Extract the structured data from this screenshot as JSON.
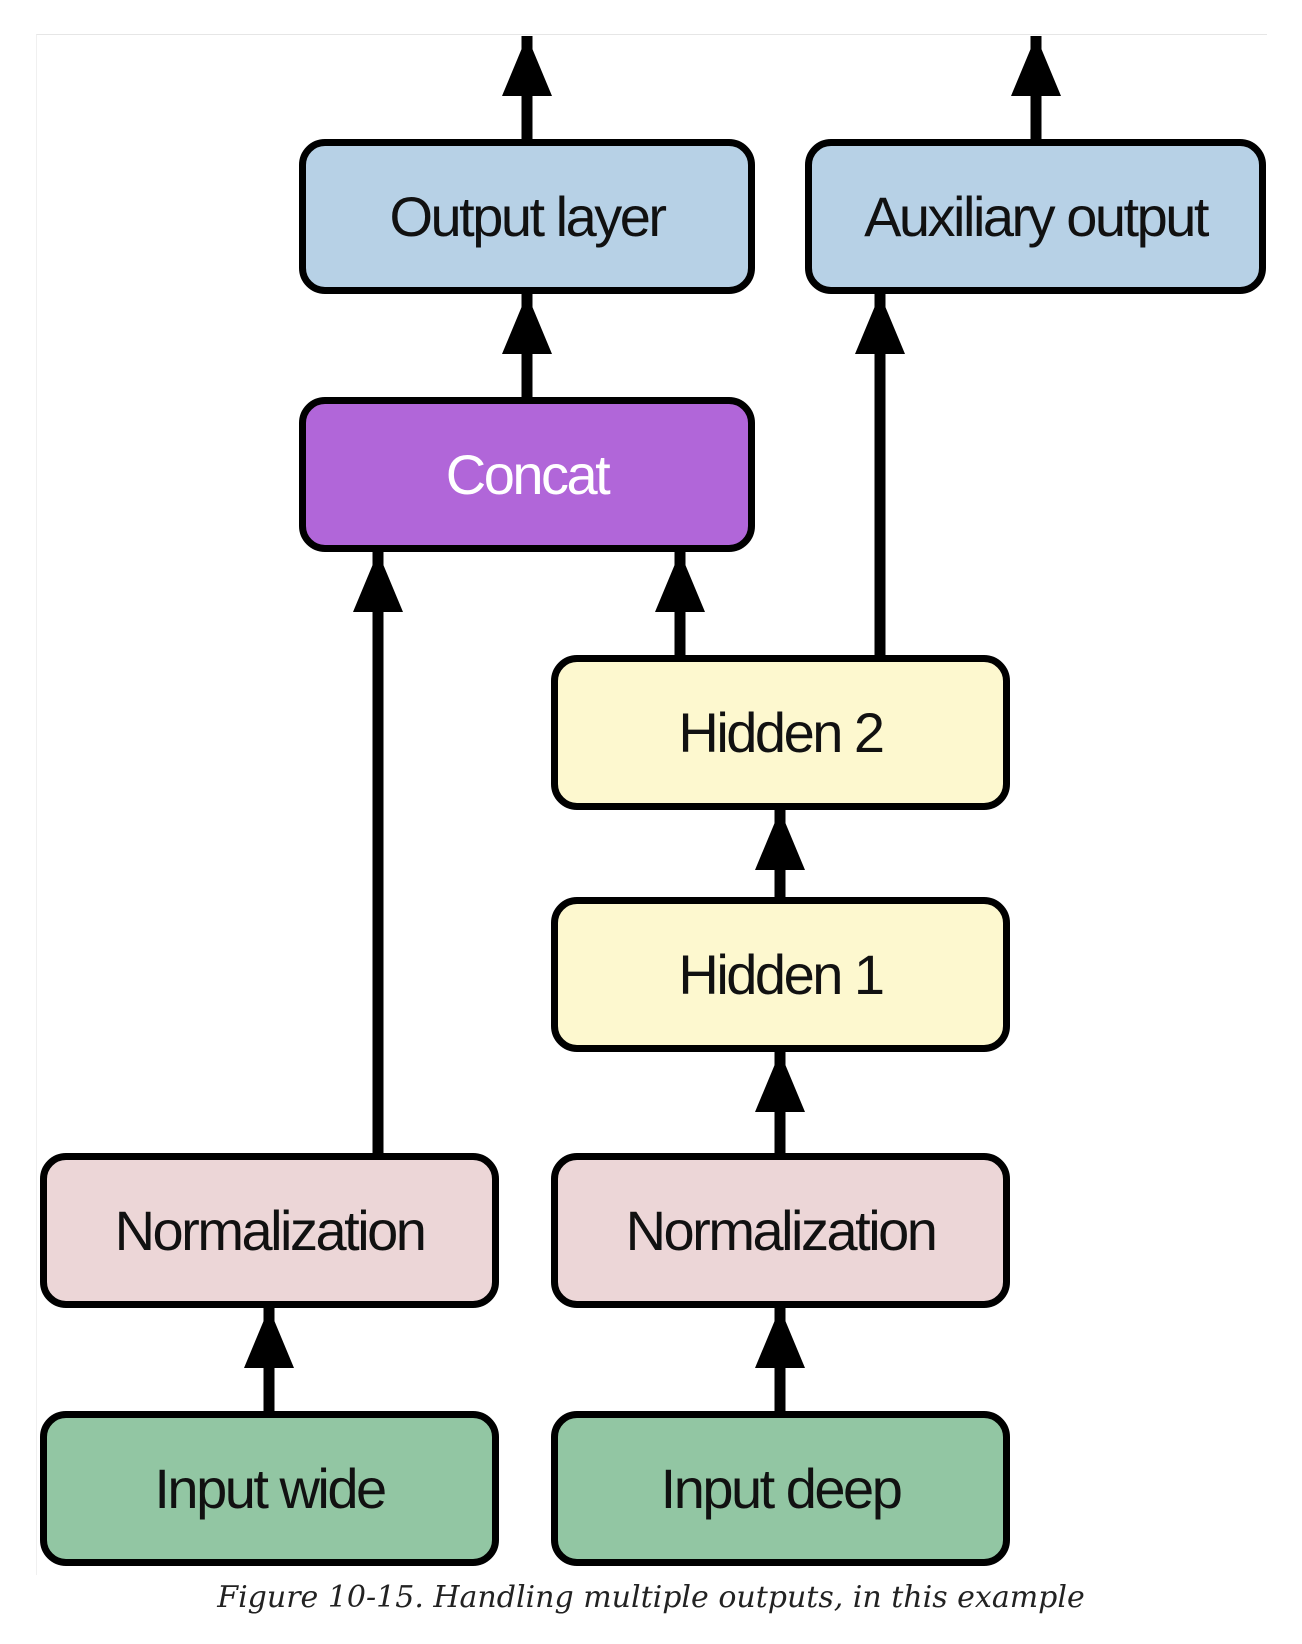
{
  "diagram": {
    "nodes": {
      "output_layer": "Output layer",
      "auxiliary_output": "Auxiliary output",
      "concat": "Concat",
      "hidden_2": "Hidden 2",
      "hidden_1": "Hidden 1",
      "normalization_wide": "Normalization",
      "normalization_deep": "Normalization",
      "input_wide": "Input wide",
      "input_deep": "Input deep"
    },
    "edges": [
      {
        "from": "input_wide",
        "to": "normalization_wide"
      },
      {
        "from": "input_deep",
        "to": "normalization_deep"
      },
      {
        "from": "normalization_wide",
        "to": "concat"
      },
      {
        "from": "normalization_deep",
        "to": "hidden_1"
      },
      {
        "from": "hidden_1",
        "to": "hidden_2"
      },
      {
        "from": "hidden_2",
        "to": "concat"
      },
      {
        "from": "hidden_2",
        "to": "auxiliary_output"
      },
      {
        "from": "concat",
        "to": "output_layer"
      }
    ],
    "colors": {
      "output": "#b7d1e6",
      "concat": "#b166d9",
      "hidden": "#fdf8cf",
      "normalization": "#ecd6d7",
      "input": "#92c6a3",
      "stroke": "#000000"
    }
  },
  "caption": "Figure 10-15. Handling multiple outputs, in this example"
}
